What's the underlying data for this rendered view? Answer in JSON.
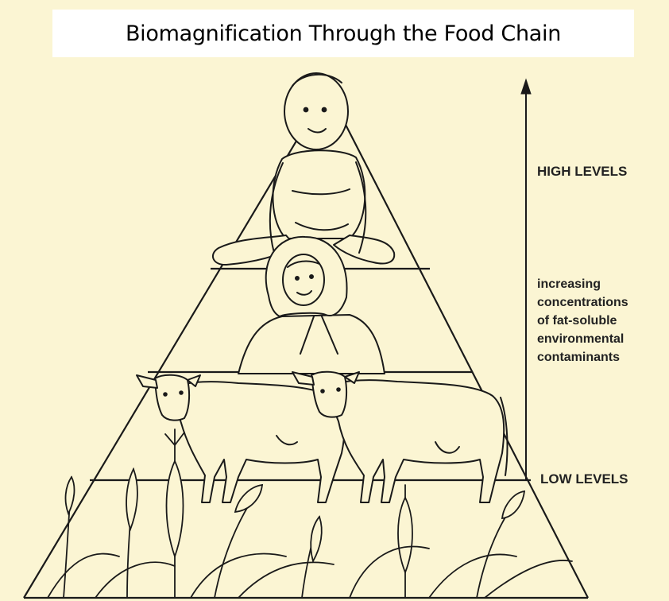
{
  "title": "Biomagnification Through the Food Chain",
  "arrow": {
    "top_label": "HIGH LEVELS",
    "description_lines": [
      "increasing",
      "concentrations",
      "of fat-soluble",
      "environmental",
      "contaminants"
    ],
    "bottom_label": "LOW LEVELS"
  },
  "pyramid_levels": [
    "baby",
    "mother",
    "cows",
    "grain crops"
  ],
  "colors": {
    "background": "#FBF5D3",
    "title_box": "#FFFFFF",
    "line_art": "#1A1A1A"
  }
}
